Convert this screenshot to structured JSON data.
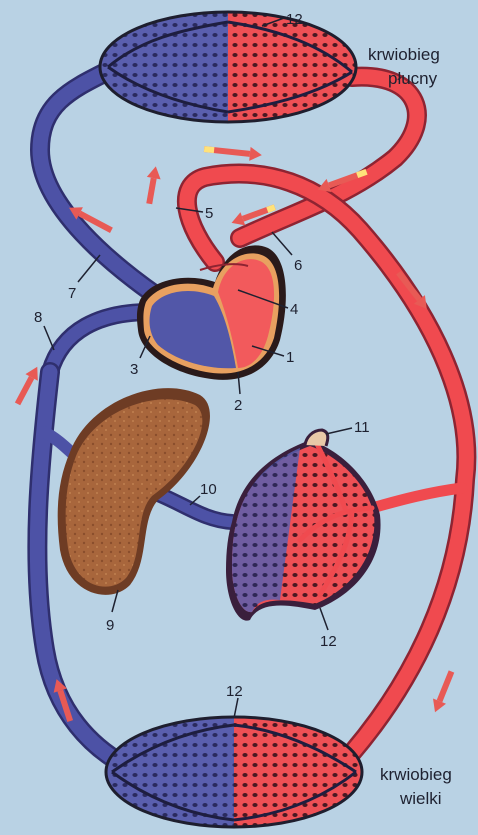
{
  "colors": {
    "background": "#b9d2e4",
    "vein_blue": "#4d52a6",
    "vein_dark": "#2f2f6e",
    "artery_red": "#f04a4f",
    "artery_pink": "#f7838a",
    "liver_brown": "#a8663c",
    "outline": "#1e1e2e",
    "arrow_fill": "#e85a55",
    "arrow_tip": "#ffe27a"
  },
  "labels": {
    "pulmonary_line1": "krwiobieg",
    "pulmonary_line2": "płucny",
    "systemic_line1": "krwiobieg",
    "systemic_line2": "wielki"
  },
  "numbers": {
    "n1": "1",
    "n2": "2",
    "n3": "3",
    "n4": "4",
    "n5": "5",
    "n6": "6",
    "n7": "7",
    "n8": "8",
    "n9": "9",
    "n10": "10",
    "n11": "11",
    "n12_top": "12",
    "n12_intestine": "12",
    "n12_bottom": "12"
  }
}
